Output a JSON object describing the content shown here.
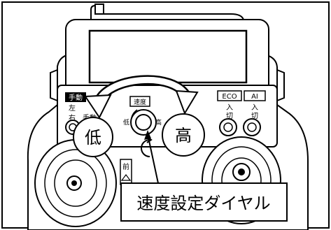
{
  "labels": {
    "low": "低",
    "high": "高",
    "callout": "速度設定ダイヤル"
  },
  "panel": {
    "left_group_title": "手動",
    "left_col1": "左",
    "left_col2": "右",
    "left_row2": "手動",
    "center_title": "速度",
    "dial_low": "低",
    "dial_high": "高",
    "eco_title": "ECO",
    "eco_on": "入",
    "eco_off": "切",
    "ai_title": "AI",
    "ai_on": "入",
    "ai_off": "切",
    "forward": "前"
  },
  "colors": {
    "line": "#000000",
    "background": "#ffffff"
  }
}
